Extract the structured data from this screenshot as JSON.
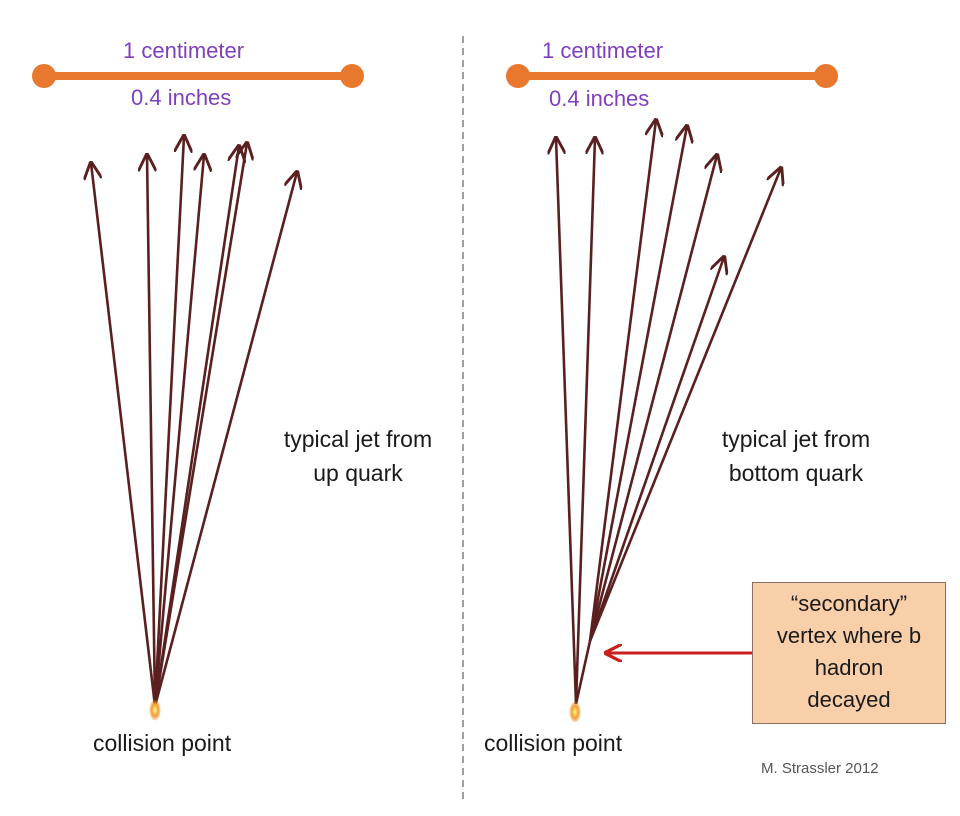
{
  "colors": {
    "scale_bar": "#e8782e",
    "scale_text": "#7f3fbf",
    "track": "#5a1f1f",
    "arrow_red": "#c8201e",
    "note_fill": "#f9cfaa",
    "divider": "#a0a0a0",
    "collision_glow": "#f0a020"
  },
  "left_panel": {
    "scale_top": "1 centimeter",
    "scale_bottom": "0.4 inches",
    "jet_label_line1": "typical jet from",
    "jet_label_line2": "up quark",
    "collision_label": "collision point"
  },
  "right_panel": {
    "scale_top": "1 centimeter",
    "scale_bottom": "0.4 inches",
    "jet_label_line1": "typical jet from",
    "jet_label_line2": "bottom quark",
    "collision_label": "collision point",
    "note_lines": [
      "“secondary”",
      "vertex where b",
      "hadron",
      "decayed"
    ]
  },
  "credit": "M. Strassler 2012"
}
